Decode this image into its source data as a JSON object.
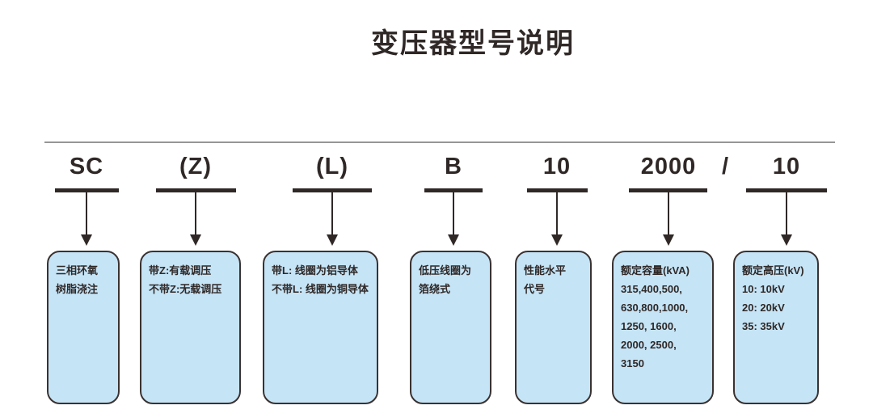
{
  "title": "变压器型号说明",
  "separator": "/",
  "columns": [
    {
      "code": "SC",
      "lines": [
        "三相环氧",
        "树脂浇注"
      ]
    },
    {
      "code": "(Z)",
      "lines": [
        "带Z:有载调压",
        "不带Z:无载调压"
      ]
    },
    {
      "code": "(L)",
      "lines": [
        "带L: 线圈为铝导体",
        "不带L: 线圈为铜导体"
      ]
    },
    {
      "code": "B",
      "lines": [
        "低压线圈为",
        "箔绕式"
      ]
    },
    {
      "code": "10",
      "lines": [
        "性能水平",
        "代号"
      ]
    },
    {
      "code": "2000",
      "lines": [
        "额定容量(kVA)",
        "315,400,500,",
        "630,800,1000,",
        "1250, 1600,",
        "2000, 2500,",
        "3150"
      ]
    },
    {
      "code": "10",
      "lines": [
        "额定高压(kV)",
        "10: 10kV",
        "20: 20kV",
        "35: 35kV"
      ]
    }
  ],
  "colors": {
    "ink": "#2f2827",
    "box_fill": "#c5e4f6",
    "box_border": "#3a3231",
    "thin_line": "#969696",
    "background": "#ffffff"
  }
}
